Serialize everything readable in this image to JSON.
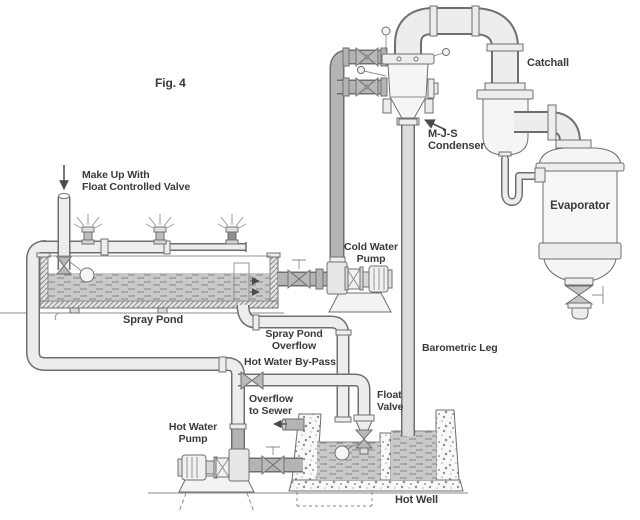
{
  "figure": {
    "title": "Fig. 4"
  },
  "labels": {
    "makeup": [
      "Make Up With",
      "Float Controlled Valve"
    ],
    "catchall": "Catchall",
    "condenser": [
      "M-J-S",
      "Condenser"
    ],
    "evaporator": "Evaporator",
    "cold_water_pump": [
      "Cold Water",
      "Pump"
    ],
    "spray_pond": "Spray Pond",
    "spray_pond_overflow": [
      "Spray Pond",
      "Overflow"
    ],
    "hot_water_bypass": "Hot Water By-Pass",
    "barometric_leg": "Barometric Leg",
    "overflow_to_sewer": [
      "Overflow",
      "to Sewer"
    ],
    "float_valve": [
      "Float",
      "Valve"
    ],
    "hot_water_pump": [
      "Hot Water",
      "Pump"
    ],
    "hot_well": "Hot Well"
  },
  "icons": {
    "makeup_flow_arrow": "down-arrow",
    "sewer_flow_arrow": "left-arrow",
    "condenser_pointer": "arrow-to-condenser",
    "weir_flow_arrows": "right-arrows"
  },
  "colors": {
    "background": "#ffffff",
    "line": "#6f6f6f",
    "pipe_light": "#ededed",
    "pipe_gray": "#b4b4b4",
    "water": "#c9c9c9",
    "concrete_speckle": "#8f8f8f",
    "text": "#3a3a3a"
  }
}
